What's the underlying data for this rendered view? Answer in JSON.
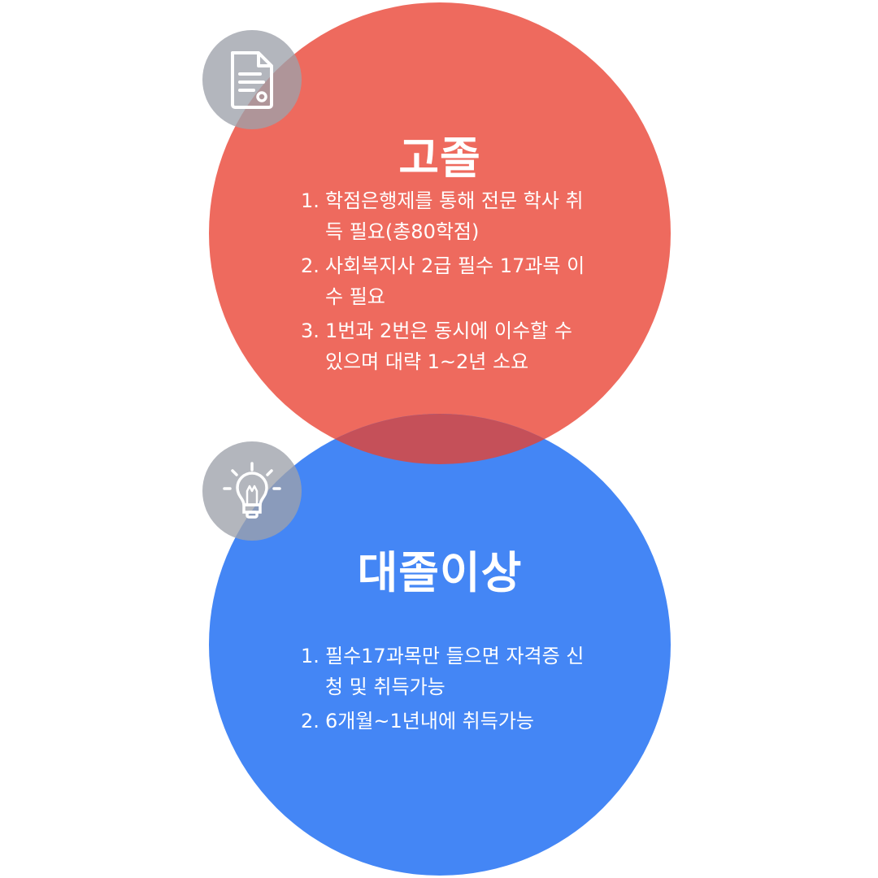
{
  "colors": {
    "top_circle": "#ee6a5e",
    "bottom_circle": "#4486f5",
    "overlap": "#c55059",
    "icon_badge": "#9ea1aa"
  },
  "sections": [
    {
      "icon": "document-icon",
      "title": "고졸",
      "items": [
        {
          "num": "1.",
          "text": "학점은행제를 통해 전문 학사 취득 필요(총80학점)"
        },
        {
          "num": "2.",
          "text": "사회복지사 2급 필수 17과목 이수 필요"
        },
        {
          "num": "3.",
          "text": "1번과 2번은 동시에 이수할 수 있으며 대략 1~2년 소요"
        }
      ]
    },
    {
      "icon": "lightbulb-icon",
      "title": "대졸이상",
      "items": [
        {
          "num": "1.",
          "text": "필수17과목만 들으면 자격증 신청 및 취득가능"
        },
        {
          "num": "2.",
          "text": "6개월~1년내에 취득가능"
        }
      ]
    }
  ]
}
